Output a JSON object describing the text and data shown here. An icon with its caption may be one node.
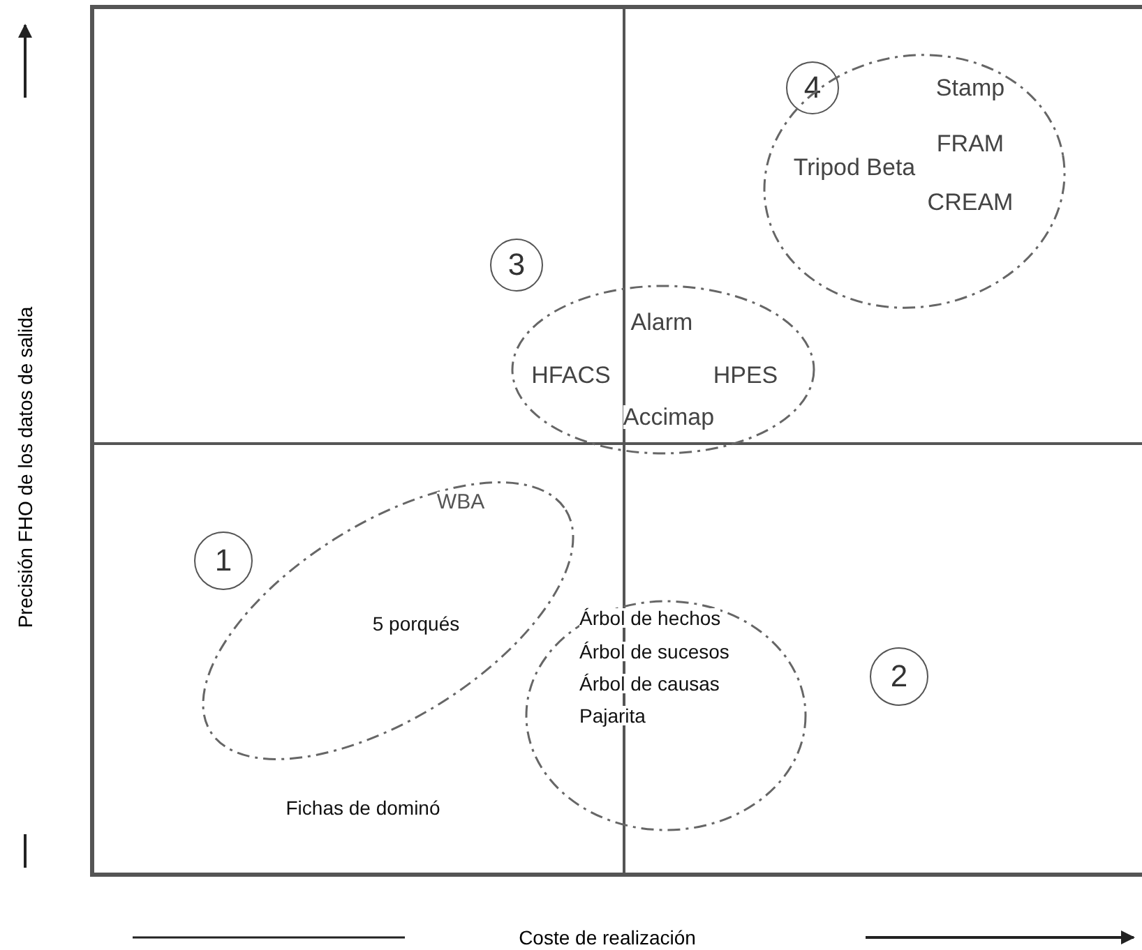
{
  "diagram": {
    "nodes": [
      {
        "text": [
          "4"
        ]
      },
      {
        "text": [
          "Stamp",
          "Tripod Beta",
          "FRAM",
          "CREAM"
        ]
      },
      {
        "text": [
          "3"
        ]
      },
      {
        "text": [
          "Alarm",
          "HFACS",
          "HPES",
          "Accimap"
        ]
      },
      {
        "text": [
          "1"
        ]
      },
      {
        "text": [
          "WBA",
          "5 porqués",
          "Fichas de dominó"
        ]
      },
      {
        "text": [
          "Árbol de hechos",
          "Árbol de sucesos",
          "Árbol de causas",
          "Pajarita"
        ]
      },
      {
        "text": [
          "2"
        ]
      }
    ],
    "edges": [],
    "labels": [
      "Precisión FHO de los datos de salida",
      "Coste de realización"
    ]
  }
}
